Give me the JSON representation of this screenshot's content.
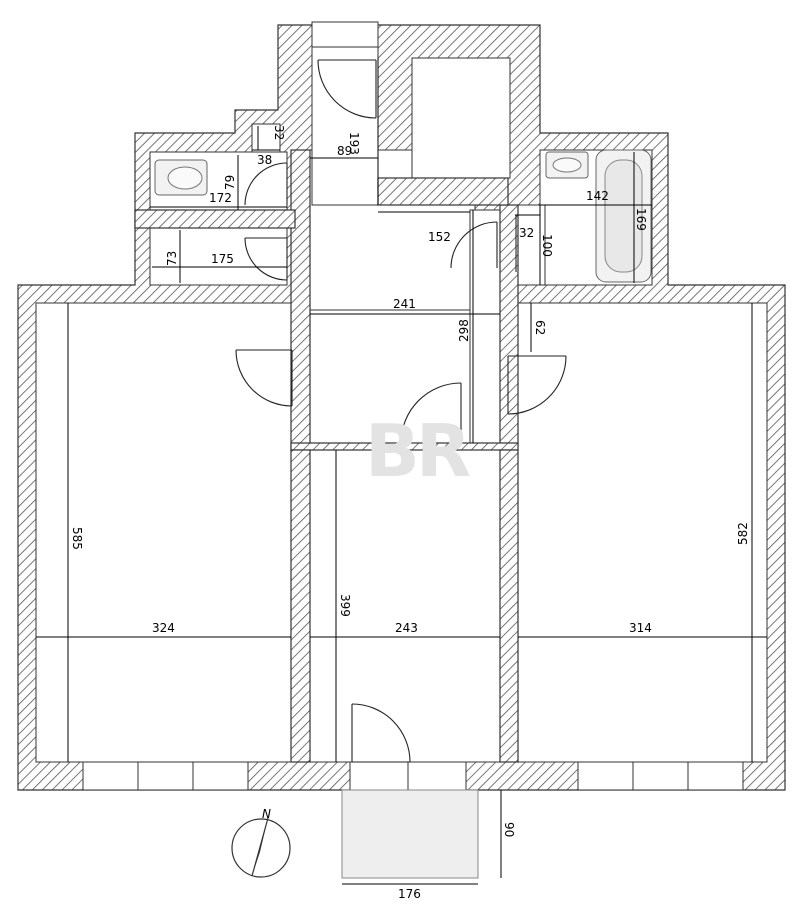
{
  "dimensions": {
    "d193": "193",
    "d89": "89",
    "d32a": "32",
    "d38": "38",
    "d79": "79",
    "d172": "172",
    "d73": "73",
    "d175": "175",
    "d152": "152",
    "d142": "142",
    "d169": "169",
    "d32b": "32",
    "d100": "100",
    "d241": "241",
    "d298": "298",
    "d62": "62",
    "d585": "585",
    "d324": "324",
    "d399": "399",
    "d243": "243",
    "d582": "582",
    "d314": "314",
    "d90": "90",
    "d176": "176"
  },
  "compass": {
    "label": "N"
  },
  "watermark": {
    "text": "BR"
  },
  "colors": {
    "wall_hatch": "#555555",
    "background": "#ffffff",
    "balcony": "#eeeeee"
  }
}
